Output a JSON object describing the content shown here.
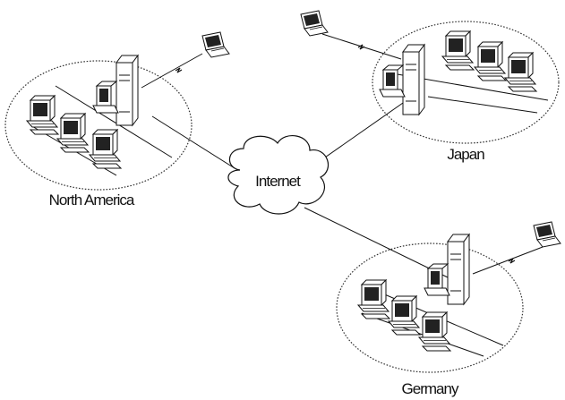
{
  "diagram": {
    "hub_label": "Internet",
    "sites": [
      {
        "id": "north-america",
        "label": "North America"
      },
      {
        "id": "japan",
        "label": "Japan"
      },
      {
        "id": "germany",
        "label": "Germany"
      }
    ]
  },
  "colors": {
    "ink": "#111111",
    "dotted": "#333333",
    "screen": "#222222",
    "background": "#ffffff"
  },
  "icons": {
    "hub": "cloud-icon",
    "server": "server-tower-icon",
    "workstation": "workstation-icon",
    "laptop": "laptop-icon",
    "link": "wan-link-lightning-icon"
  }
}
